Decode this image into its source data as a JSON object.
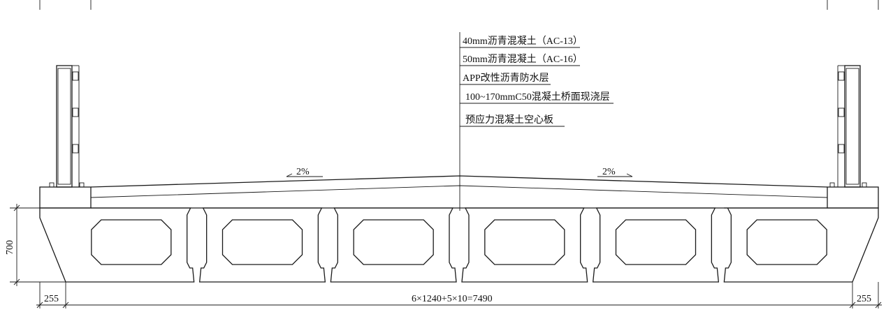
{
  "layers": [
    "40mm沥青混凝土（AC-13）",
    "50mm沥青混凝土（AC-16）",
    "APP改性沥青防水层",
    "100~170mmC50混凝土桥面现浇层",
    "预应力混凝土空心板"
  ],
  "slope_left": "2%",
  "slope_right": "2%",
  "dim_height": "700",
  "dim_left": "255",
  "dim_right": "255",
  "dim_main": "6×1240+5×10=7490"
}
